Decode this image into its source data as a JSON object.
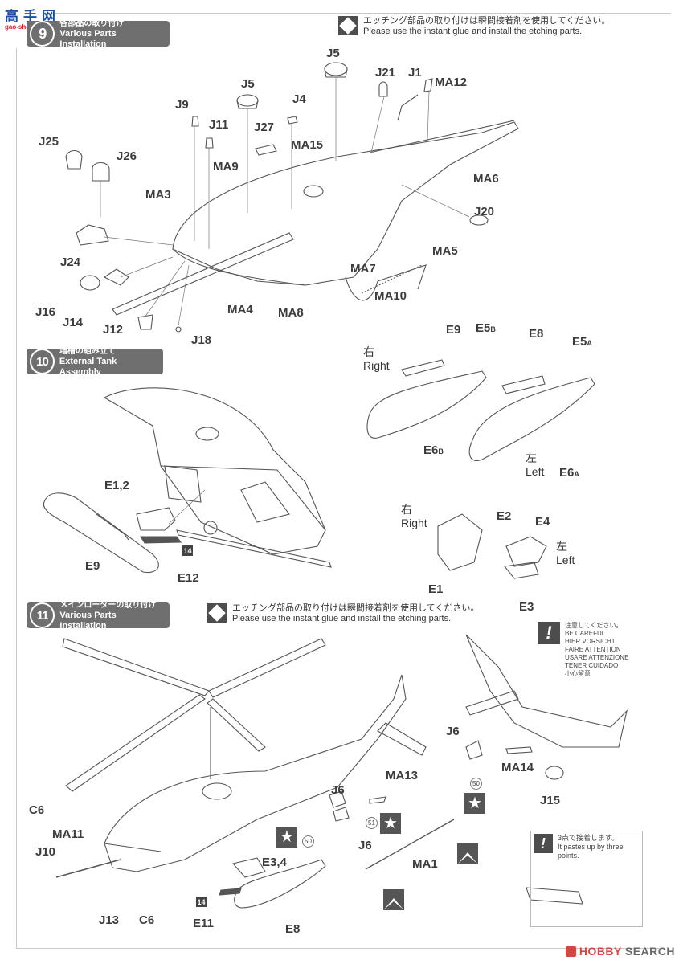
{
  "watermark": {
    "site_name": "高手网",
    "site_url": "gao-shou.com"
  },
  "footer_logo": {
    "brand_part1": "HOBBY",
    "brand_part2": "SEARCH"
  },
  "steps": [
    {
      "number": "9",
      "title_jp": "各部品の取り付け",
      "title_en": "Various Parts Installation"
    },
    {
      "number": "10",
      "title_jp": "増槽の組み立て",
      "title_en": "External Tank Assembly"
    },
    {
      "number": "11",
      "title_jp": "メインローターの取り付け",
      "title_en": "Various Parts Installation"
    }
  ],
  "notices": {
    "etching_top": {
      "jp": "エッチング部品の取り付けは瞬間接着剤を使用してください。",
      "en": "Please use the instant glue and install the etching parts."
    },
    "etching_step11": {
      "jp": "エッチング部品の取り付けは瞬間接着剤を使用してください。",
      "en": "Please use the instant glue and install the etching parts."
    }
  },
  "caution": {
    "icon": "exclamation-icon",
    "lines": [
      "注意してください。",
      "BE CAREFUL",
      "HIER VORSICHT",
      "FAIRE ATTENTION",
      "USARE ATTENZIONE",
      "TENER CUIDADO",
      "小心留意"
    ]
  },
  "three_point_note": {
    "icon": "exclamation-icon",
    "jp": "3点で接着します。",
    "en": "It pastes up by three points."
  },
  "step9_labels": [
    "J5",
    "J21",
    "J1",
    "MA12",
    "J5",
    "J4",
    "J9",
    "J11",
    "J27",
    "MA15",
    "J25",
    "J26",
    "MA9",
    "MA6",
    "MA3",
    "J20",
    "J24",
    "MA5",
    "MA7",
    "J16",
    "J14",
    "MA4",
    "MA8",
    "MA10",
    "J12",
    "J18"
  ],
  "step10": {
    "right_jp": "右",
    "right_en": "Right",
    "left_jp": "左",
    "left_en": "Left",
    "tank_labels": {
      "e9": "E9",
      "e5b": "E5",
      "e5b_sub": "B",
      "e8": "E8",
      "e5a": "E5",
      "e5a_sub": "A",
      "e6b": "E6",
      "e6b_sub": "B",
      "e6a": "E6",
      "e6a_sub": "A"
    },
    "pylon_labels": {
      "e1": "E1",
      "e2": "E2",
      "e3": "E3",
      "e4": "E4"
    },
    "assembly_labels": {
      "e12": "E1,2",
      "e9": "E9",
      "e12b": "E12",
      "decal": "14"
    }
  },
  "step11_labels": {
    "c6a": "C6",
    "ma11": "MA11",
    "j10": "J10",
    "j13": "J13",
    "c6b": "C6",
    "e11": "E11",
    "e34": "E3,4",
    "e8": "E8",
    "decal14": "14",
    "j6a": "J6",
    "j6b": "J6",
    "j6c": "J6",
    "ma13": "MA13",
    "ma14": "MA14",
    "j15": "J15",
    "ma1": "MA1",
    "decal50a": "50",
    "decal50b": "50",
    "decal51": "51"
  },
  "symbols": {
    "star": "★"
  }
}
